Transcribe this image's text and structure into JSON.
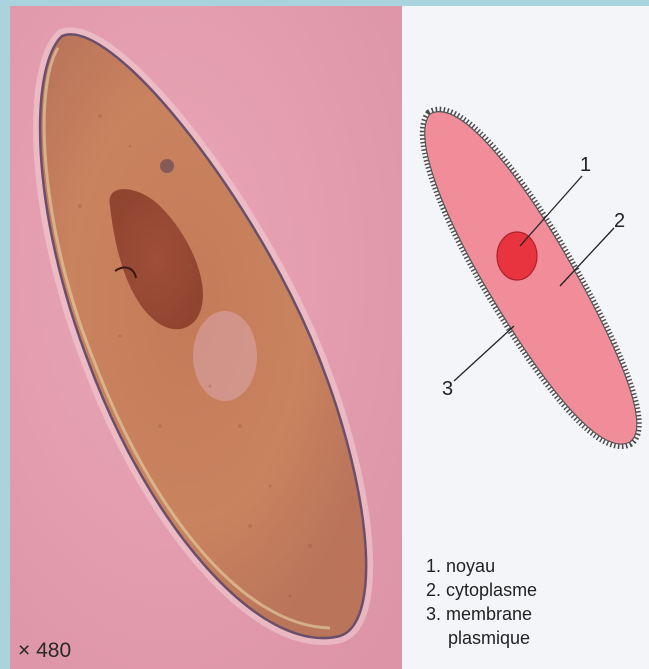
{
  "photo": {
    "magnification": "× 480"
  },
  "drawing": {
    "callouts": [
      "1",
      "2",
      "3"
    ],
    "legend": [
      {
        "number": "1.",
        "label": "noyau"
      },
      {
        "number": "2.",
        "label": "cytoplasme"
      },
      {
        "number": "3.",
        "label": "membrane",
        "continuation": "plasmique"
      }
    ],
    "colors": {
      "cell_fill": "#f08d98",
      "nucleus_fill": "#e8343f",
      "cilia": "#2b2b2b",
      "photo_background": "#e6a0b0",
      "panel_frame": "#a9d3dd"
    }
  }
}
